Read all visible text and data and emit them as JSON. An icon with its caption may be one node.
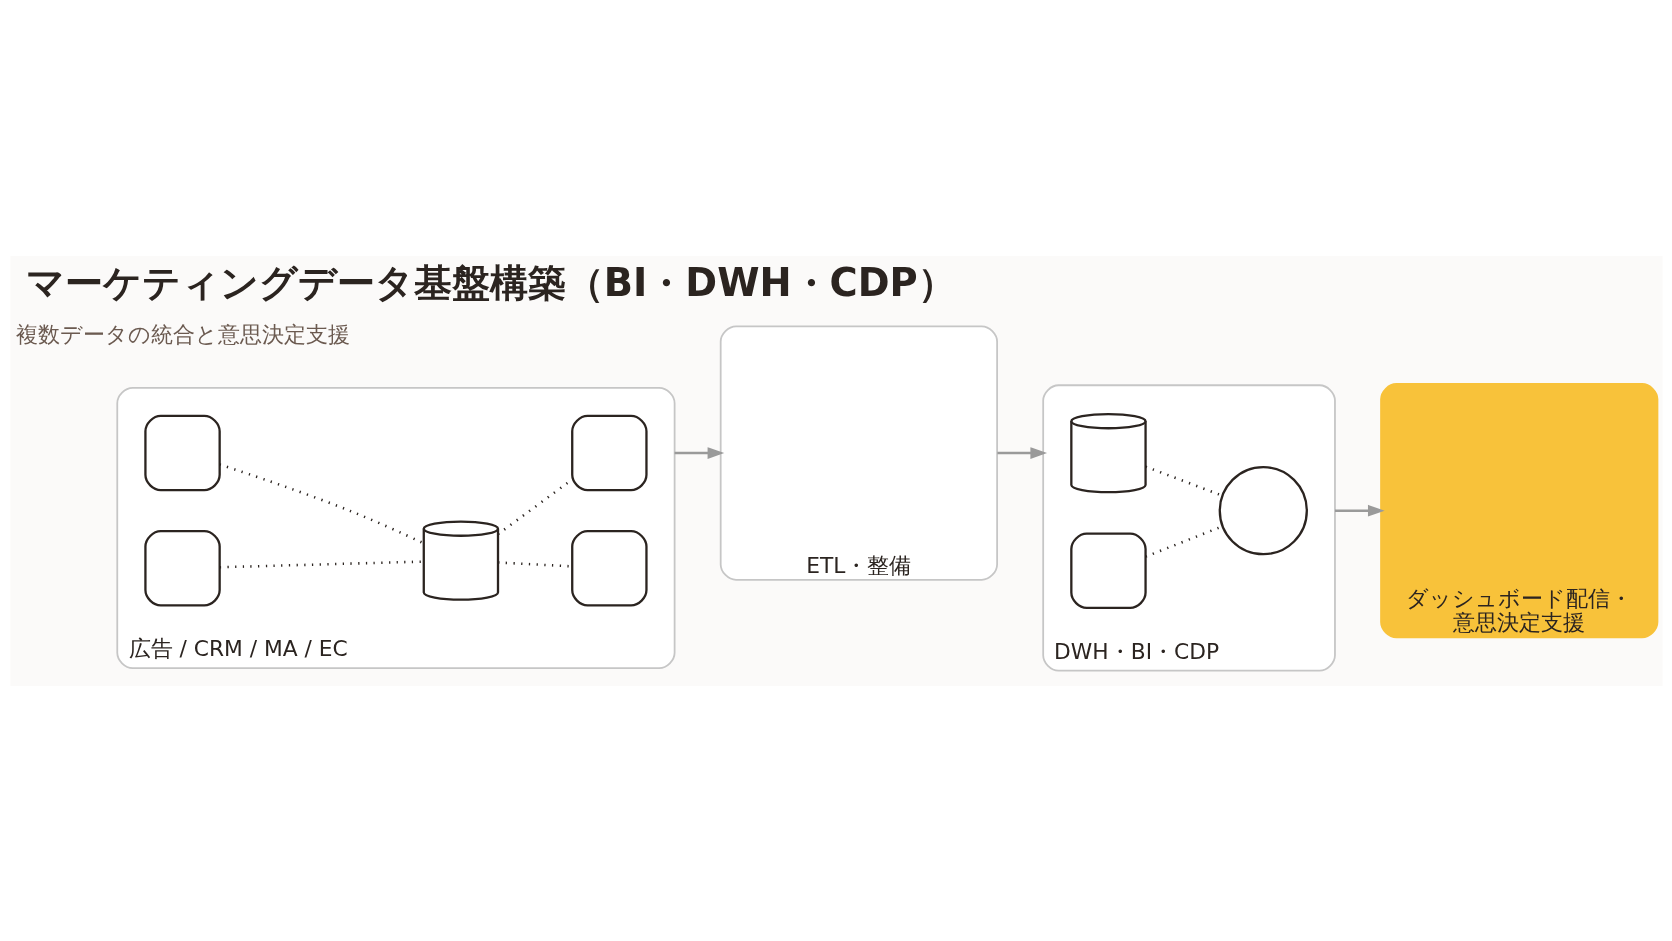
{
  "diagram": {
    "title": "マーケティングデータ基盤構築（BI・DWH・CDP）",
    "nodes": [
      {
        "text": [
          "広告 / CRM / MA / EC"
        ]
      },
      {
        "text": [],
        "shape": "box",
        "in": 0
      },
      {
        "text": [],
        "shape": "box",
        "in": 0
      },
      {
        "text": [],
        "shape": "cylinder",
        "in": 0
      },
      {
        "text": [],
        "shape": "box",
        "in": 0
      },
      {
        "text": [],
        "shape": "box",
        "in": 0
      },
      {
        "text": [
          "ETL・整備"
        ]
      },
      {
        "text": [
          "DWH・BI・CDP"
        ]
      },
      {
        "text": [],
        "shape": "cylinder",
        "in": 7
      },
      {
        "text": [],
        "shape": "box",
        "in": 7
      },
      {
        "text": [],
        "shape": "circle",
        "in": 7
      },
      {
        "text": [
          "ダッシュボード配信・意思決定支援"
        ]
      }
    ],
    "edges": [
      {
        "from": 1,
        "to": 3,
        "arrow": "none",
        "style": "dashed"
      },
      {
        "from": 2,
        "to": 3,
        "arrow": "none",
        "style": "dashed"
      },
      {
        "from": 4,
        "to": 3,
        "arrow": "none",
        "style": "dashed"
      },
      {
        "from": 5,
        "to": 3,
        "arrow": "none",
        "style": "dashed"
      },
      {
        "from": 0,
        "to": 6,
        "arrow": "to",
        "color": "#9a9a9a"
      },
      {
        "from": 6,
        "to": 7,
        "arrow": "to",
        "color": "#9a9a9a"
      },
      {
        "from": 8,
        "to": 10,
        "arrow": "none",
        "style": "dashed"
      },
      {
        "from": 9,
        "to": 10,
        "arrow": "none",
        "style": "dashed"
      },
      {
        "from": 7,
        "to": 11,
        "arrow": "to",
        "color": "#9a9a9a"
      }
    ],
    "labels": [
      "複数データの統合と意思決定支援"
    ]
  }
}
